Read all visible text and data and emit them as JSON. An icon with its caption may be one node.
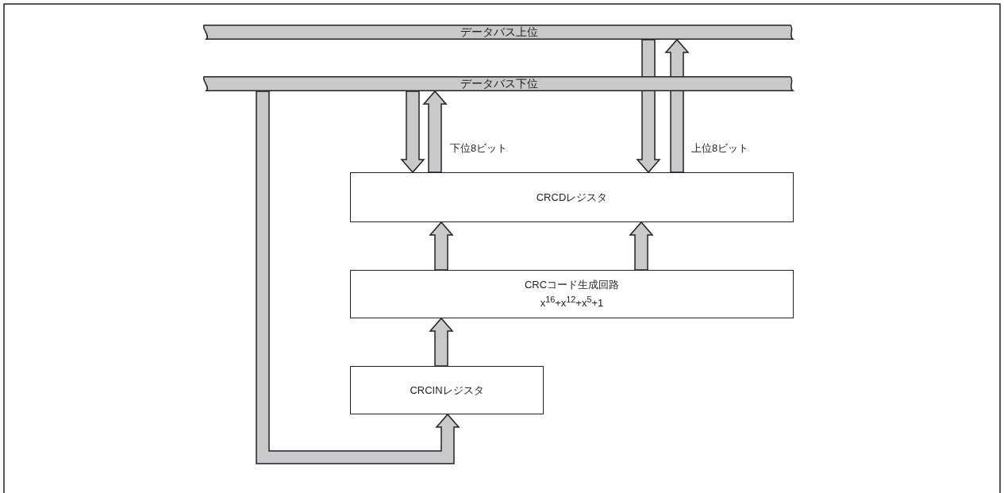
{
  "diagram": {
    "nodes": [
      {
        "text": [
          "データバス上位"
        ]
      },
      {
        "text": [
          "データバス下位"
        ]
      },
      {
        "text": [
          "CRCDレジスタ"
        ]
      },
      {
        "text": [
          "CRCコード生成回路",
          "x$^{16}$+x$^{12}$+x$^{5}$+1"
        ]
      },
      {
        "text": [
          "CRCINレジスタ"
        ]
      }
    ],
    "edges": [
      {
        "from": 1,
        "to": 2,
        "arrow": "to"
      },
      {
        "from": 2,
        "to": 1,
        "arrow": "to",
        "label": "下位8ビット"
      },
      {
        "from": 0,
        "to": 2,
        "arrow": "to"
      },
      {
        "from": 2,
        "to": 0,
        "arrow": "to",
        "label": "上位8ビット"
      },
      {
        "from": 3,
        "to": 2,
        "arrow": "to"
      },
      {
        "from": 3,
        "to": 2,
        "arrow": "to"
      },
      {
        "from": 4,
        "to": 3,
        "arrow": "to"
      },
      {
        "from": 1,
        "to": 4,
        "arrow": "to"
      }
    ]
  }
}
